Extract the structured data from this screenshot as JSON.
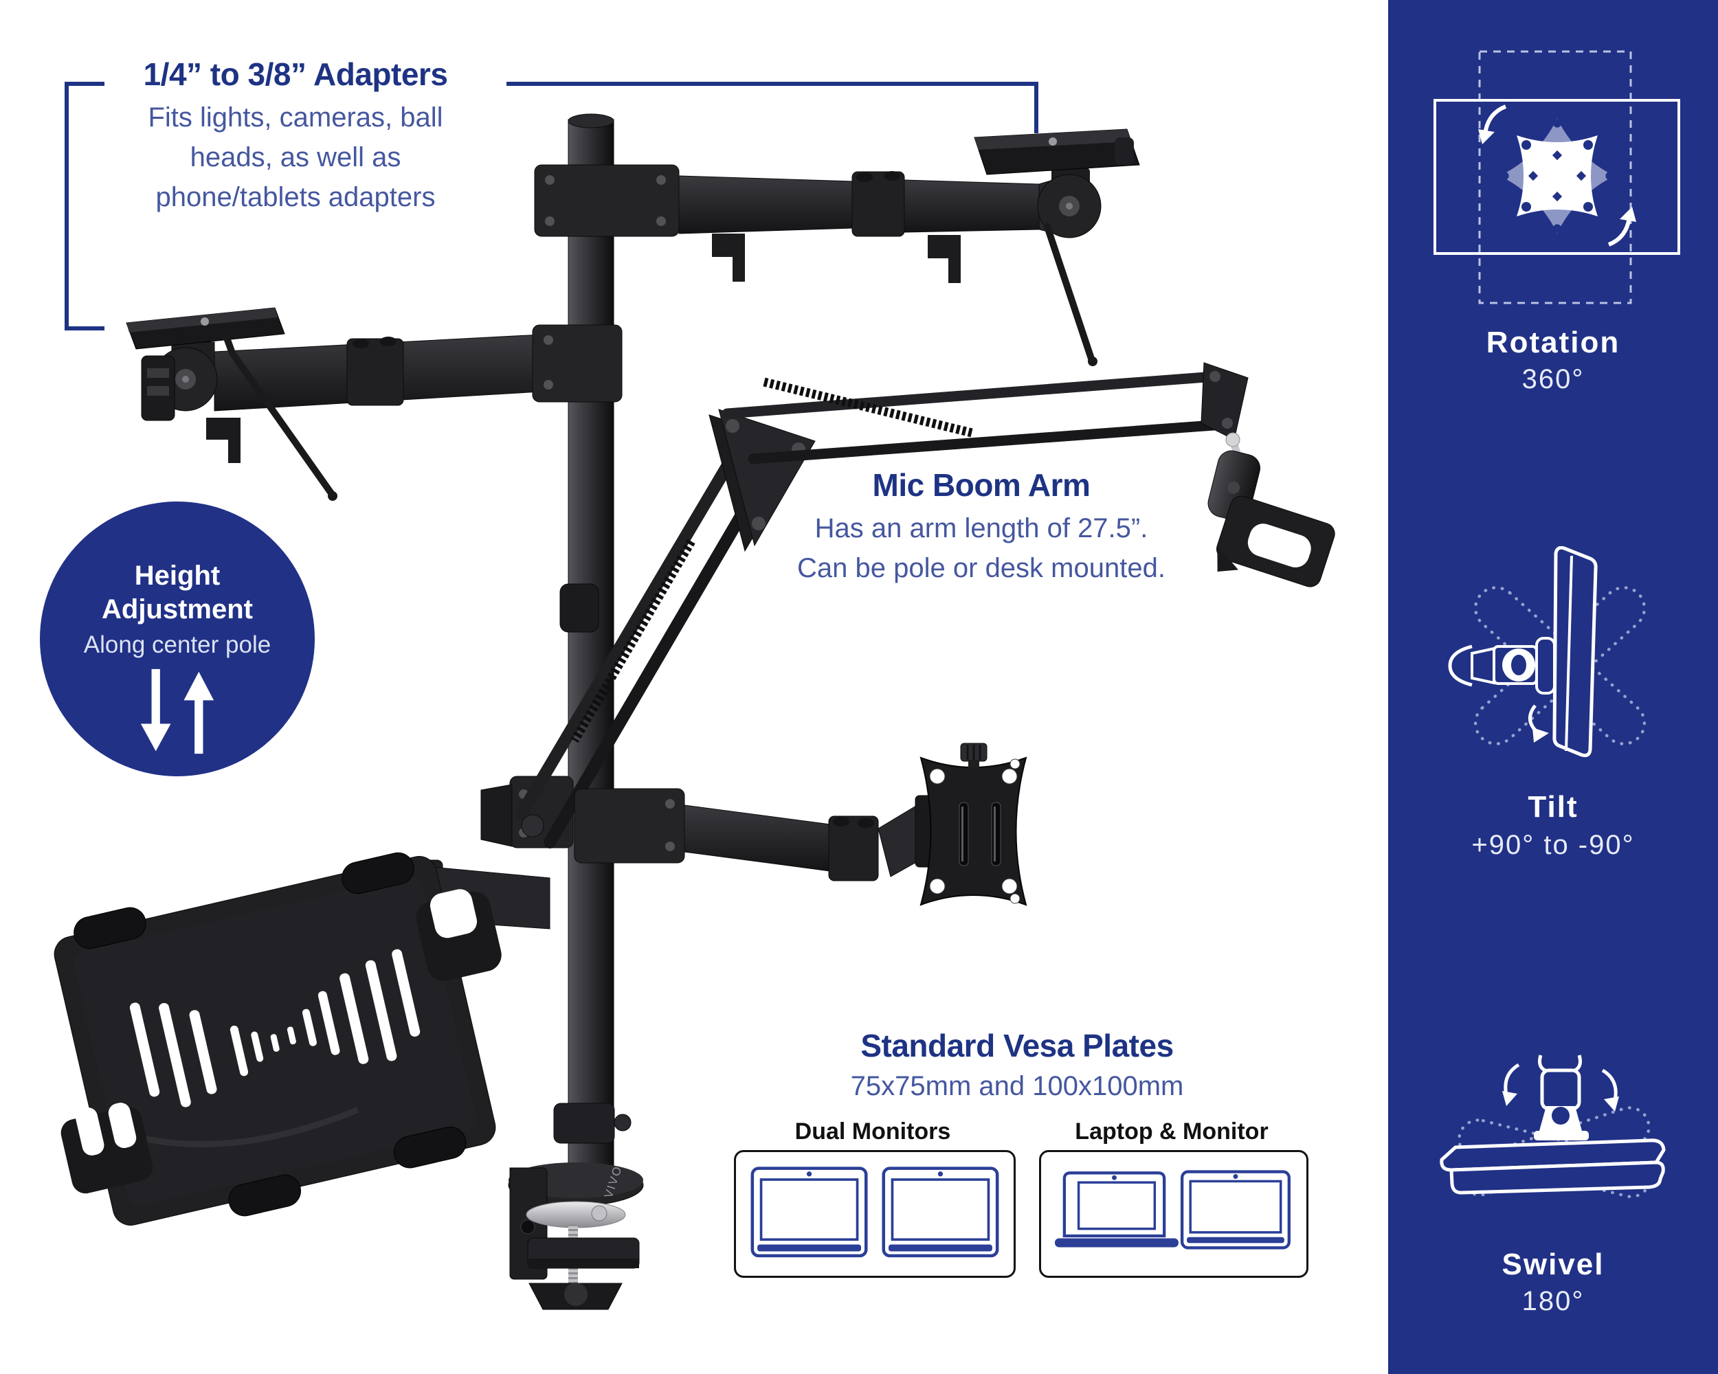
{
  "annotations": {
    "adapters": {
      "title": "1/4” to 3/8” Adapters",
      "lines": [
        "Fits lights, cameras, ball",
        "heads, as well as",
        "phone/tablets adapters"
      ]
    },
    "mic_boom": {
      "title": "Mic Boom Arm",
      "lines": [
        "Has an arm length of 27.5”.",
        "Can be pole or desk mounted."
      ]
    },
    "height_adjustment": {
      "title_lines": [
        "Height",
        "Adjustment"
      ],
      "subtitle": "Along center pole"
    },
    "vesa": {
      "title": "Standard Vesa Plates",
      "subtitle": "75x75mm and 100x100mm"
    },
    "configurations": [
      {
        "label": "Dual Monitors",
        "icon": "dual-monitors-icon"
      },
      {
        "label": "Laptop & Monitor",
        "icon": "laptop-monitor-icon"
      }
    ]
  },
  "sidebar": {
    "features": [
      {
        "name": "Rotation",
        "value": "360°",
        "icon": "rotation-icon"
      },
      {
        "name": "Tilt",
        "value": "+90° to -90°",
        "icon": "tilt-icon"
      },
      {
        "name": "Swivel",
        "value": "180°",
        "icon": "swivel-icon"
      }
    ]
  },
  "product": {
    "brand": "VIVO"
  },
  "colors": {
    "accent_navy": "#1e3383",
    "body_text": "#45579f",
    "sidebar_bg": "#213186",
    "icon_line": "#ffffff",
    "ghost_plate": "#8d97c5",
    "box_border": "#131313",
    "monitor_icon": "#2b3f97"
  }
}
